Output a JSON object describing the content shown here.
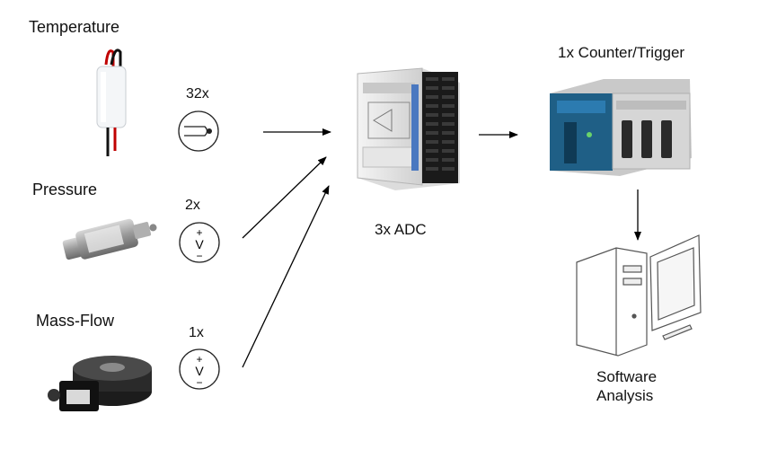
{
  "sensors": [
    {
      "name": "Temperature",
      "count": "32x",
      "symbol": "thermocouple-symbol"
    },
    {
      "name": "Pressure",
      "count": "2x",
      "symbol": "voltage-symbol"
    },
    {
      "name": "Mass-Flow",
      "count": "1x",
      "symbol": "voltage-symbol"
    }
  ],
  "adc": {
    "label": "3x ADC"
  },
  "counter": {
    "label": "1x Counter/Trigger"
  },
  "software": {
    "line1": "Software",
    "line2": "Analysis"
  }
}
